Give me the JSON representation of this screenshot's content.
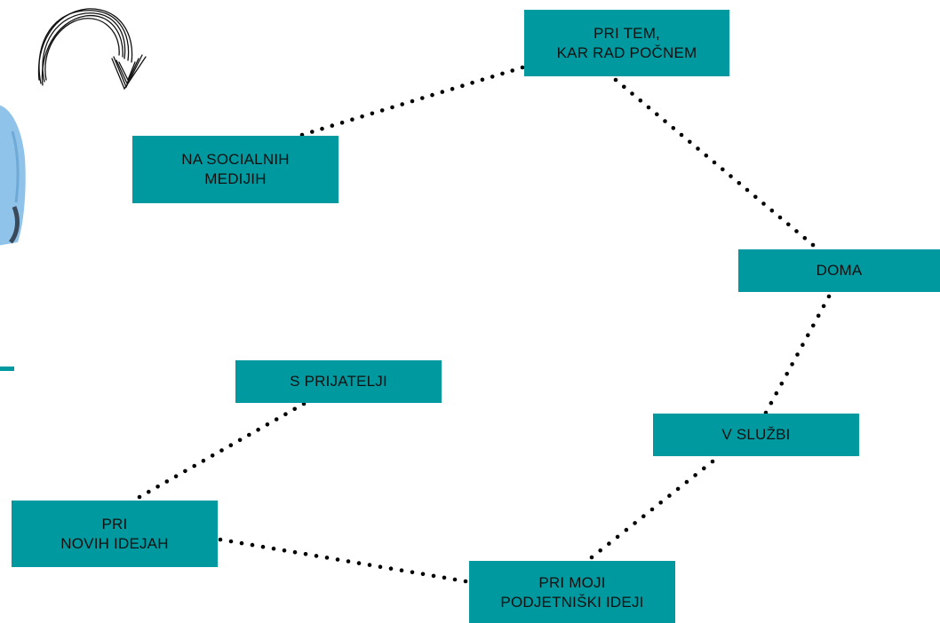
{
  "colors": {
    "box": "#0099a0",
    "text": "#111111",
    "dots": "#000000",
    "person_shirt": "#8fc3e9"
  },
  "icons": {
    "arrow": "hand-drawn-curved-arrow-icon",
    "person": "person-photo-fragment"
  },
  "nodes": [
    {
      "id": "pri_tem",
      "lines": [
        "PRI TEM,",
        "KAR RAD POČNEM"
      ]
    },
    {
      "id": "socialni",
      "lines": [
        "NA SOCIALNIH",
        "MEDIJIH"
      ]
    },
    {
      "id": "doma",
      "lines": [
        "DOMA"
      ]
    },
    {
      "id": "prijatelji",
      "lines": [
        "S PRIJATELJI"
      ]
    },
    {
      "id": "sluzba",
      "lines": [
        "V SLUŽBI"
      ]
    },
    {
      "id": "ideje",
      "lines": [
        "PRI",
        "NOVIH IDEJAH"
      ]
    },
    {
      "id": "podjetniski",
      "lines": [
        "PRI MOJI",
        "PODJETNIŠKI IDEJI"
      ]
    }
  ],
  "links": [
    [
      "socialni",
      "pri_tem"
    ],
    [
      "pri_tem",
      "doma"
    ],
    [
      "doma",
      "sluzba"
    ],
    [
      "sluzba",
      "podjetniski"
    ],
    [
      "podjetniski",
      "ideje"
    ],
    [
      "ideje",
      "prijatelji"
    ]
  ]
}
